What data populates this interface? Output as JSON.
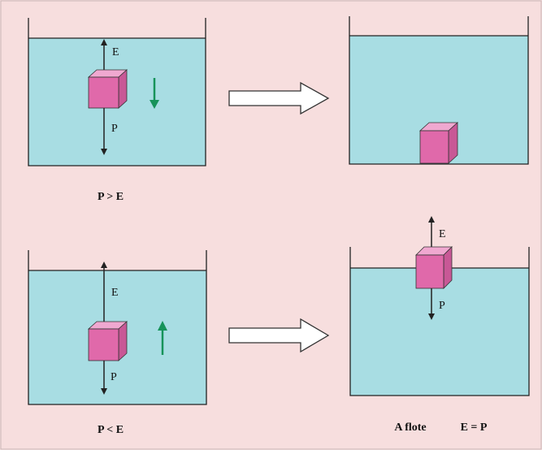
{
  "colors": {
    "background": "#f7dede",
    "water": "#a8dde3",
    "cube_front": "#e069aa",
    "cube_top": "#f0a8d0",
    "cube_side": "#c85896",
    "motion_arrow": "#16935a",
    "outline": "#222222",
    "frame": "#c9b5b5"
  },
  "icons": {
    "transition_arrow": "hollow-right-arrow-icon",
    "motion_arrow_down": "green-down-arrow-icon",
    "motion_arrow_up": "green-up-arrow-icon"
  },
  "top_row": {
    "left": {
      "force_up_label": "E",
      "force_down_label": "P",
      "motion": "down"
    },
    "caption": "P > E",
    "right": {
      "state": "sunk"
    }
  },
  "bottom_row": {
    "left": {
      "force_up_label": "E",
      "force_down_label": "P",
      "motion": "up"
    },
    "caption": "P < E",
    "right": {
      "state": "floating",
      "force_up_label": "E",
      "force_down_label": "P",
      "caption_word": "A flote",
      "caption_equation": "E = P"
    }
  }
}
